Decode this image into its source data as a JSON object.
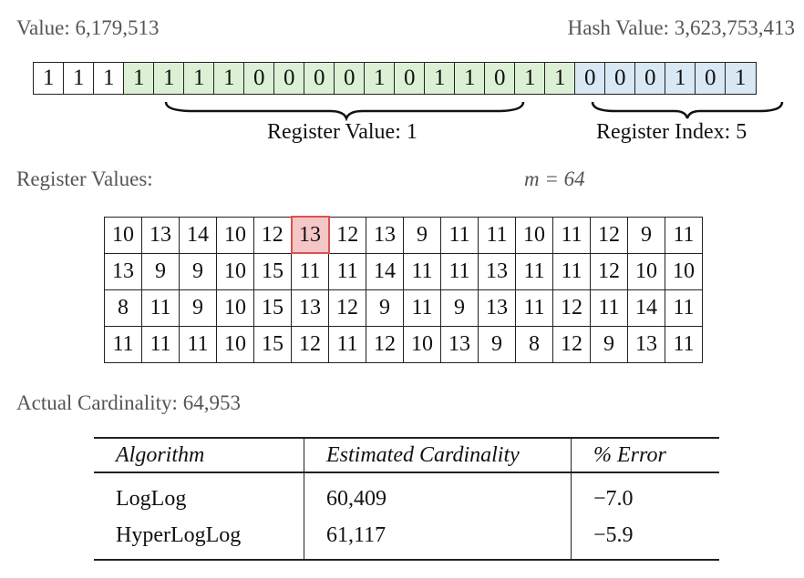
{
  "header": {
    "value_label": "Value:",
    "value": "6,179,513",
    "hash_label": "Hash Value:",
    "hash": "3,623,753,413"
  },
  "bits": [
    {
      "b": "1",
      "g": "none"
    },
    {
      "b": "1",
      "g": "none"
    },
    {
      "b": "1",
      "g": "none"
    },
    {
      "b": "1",
      "g": "value"
    },
    {
      "b": "1",
      "g": "value"
    },
    {
      "b": "1",
      "g": "value"
    },
    {
      "b": "1",
      "g": "value"
    },
    {
      "b": "0",
      "g": "value"
    },
    {
      "b": "0",
      "g": "value"
    },
    {
      "b": "0",
      "g": "value"
    },
    {
      "b": "0",
      "g": "value"
    },
    {
      "b": "1",
      "g": "value"
    },
    {
      "b": "0",
      "g": "value"
    },
    {
      "b": "1",
      "g": "value"
    },
    {
      "b": "1",
      "g": "value"
    },
    {
      "b": "0",
      "g": "value"
    },
    {
      "b": "1",
      "g": "value"
    },
    {
      "b": "1",
      "g": "value"
    },
    {
      "b": "0",
      "g": "index"
    },
    {
      "b": "0",
      "g": "index"
    },
    {
      "b": "0",
      "g": "index"
    },
    {
      "b": "1",
      "g": "index"
    },
    {
      "b": "0",
      "g": "index"
    },
    {
      "b": "1",
      "g": "index"
    }
  ],
  "braces": {
    "value_label": "Register Value: 1",
    "index_label": "Register Index: 5"
  },
  "registers": {
    "label": "Register Values:",
    "m_label": "m = 64",
    "highlight_index": 5,
    "highlight_color": "#f5c6c6",
    "rows": [
      [
        "10",
        "13",
        "14",
        "10",
        "12",
        "13",
        "12",
        "13",
        "9",
        "11",
        "11",
        "10",
        "11",
        "12",
        "9",
        "11"
      ],
      [
        "13",
        "9",
        "9",
        "10",
        "15",
        "11",
        "11",
        "14",
        "11",
        "11",
        "13",
        "11",
        "11",
        "12",
        "10",
        "10"
      ],
      [
        "8",
        "11",
        "9",
        "10",
        "15",
        "13",
        "12",
        "9",
        "11",
        "9",
        "13",
        "11",
        "12",
        "11",
        "14",
        "11"
      ],
      [
        "11",
        "11",
        "11",
        "10",
        "15",
        "12",
        "11",
        "12",
        "10",
        "13",
        "9",
        "8",
        "12",
        "9",
        "13",
        "11"
      ]
    ]
  },
  "actual": {
    "label": "Actual Cardinality:",
    "value": "64,953"
  },
  "results": {
    "headers": [
      "Algorithm",
      "Estimated Cardinality",
      "% Error"
    ],
    "rows": [
      [
        "LogLog",
        "60,409",
        "−7.0"
      ],
      [
        "HyperLogLog",
        "61,117",
        "−5.9"
      ]
    ]
  },
  "colors": {
    "value_bits": "#dcf0d6",
    "index_bits": "#d8e8f4",
    "header_text": "#555555"
  }
}
